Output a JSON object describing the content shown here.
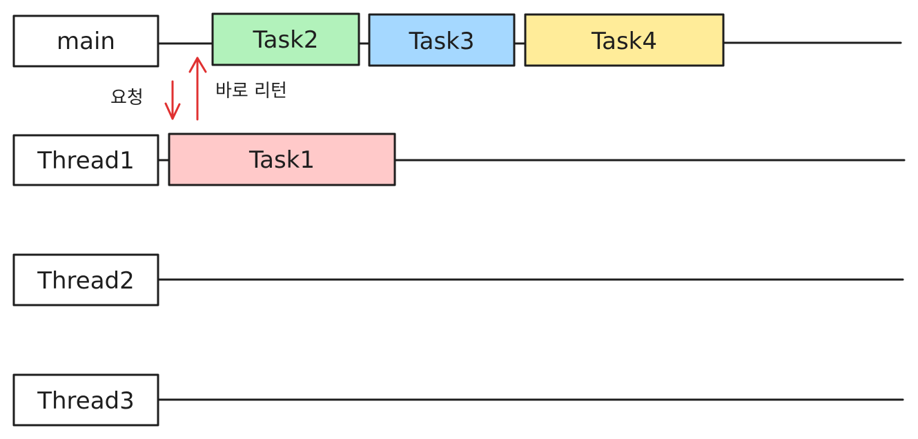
{
  "lanes": {
    "main": {
      "label": "main"
    },
    "thread1": {
      "label": "Thread1"
    },
    "thread2": {
      "label": "Thread2"
    },
    "thread3": {
      "label": "Thread3"
    }
  },
  "tasks": {
    "task1": {
      "label": "Task1",
      "color": "#ffc9c9"
    },
    "task2": {
      "label": "Task2",
      "color": "#b2f2bb"
    },
    "task3": {
      "label": "Task3",
      "color": "#a5d8ff"
    },
    "task4": {
      "label": "Task4",
      "color": "#ffec99"
    }
  },
  "annotations": {
    "request": "요청",
    "immediate_return": "바로 리턴"
  },
  "colors": {
    "stroke": "#1e1e1e",
    "arrow": "#e03131",
    "lane_box": "#ffffff"
  }
}
